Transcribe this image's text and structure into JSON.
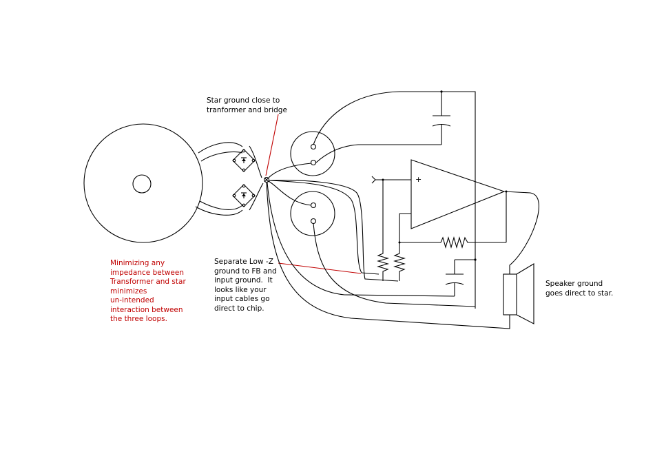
{
  "notes": {
    "star_ground": "Star ground close to\ntranformer and bridge",
    "impedance": "Minimizing any\nimpedance between\nTransformer and star\nminimizes\nun-intended\ninteraction between\nthe three loops.",
    "low_z": "Separate Low -Z\nground to FB and\ninput ground.  It\nlooks like your\ninput cables go\ndirect to chip.",
    "speaker": "Speaker ground\ngoes direct to star."
  },
  "symbols": {
    "opamp_plus": "+"
  },
  "colors": {
    "wire": "#000000",
    "annotation_red": "#c00000"
  }
}
